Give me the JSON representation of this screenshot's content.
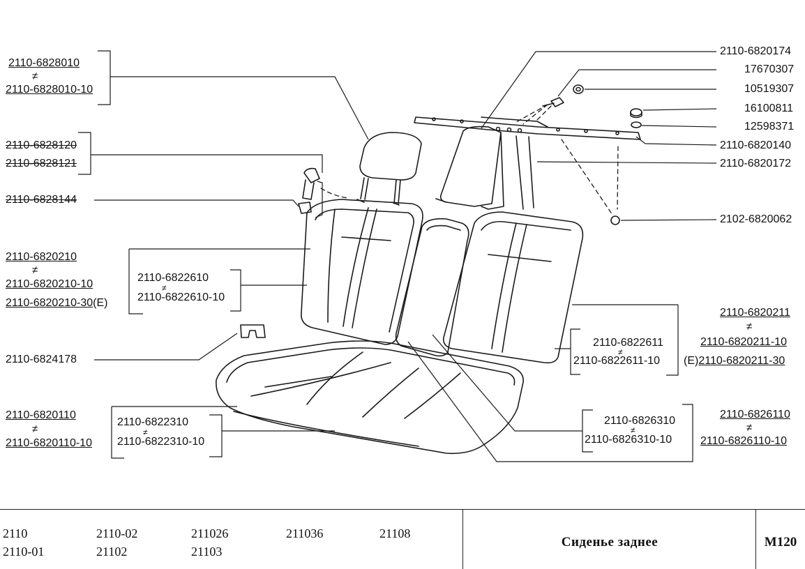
{
  "callouts_left": {
    "headrest_1": "2110-6828010",
    "headrest_2": "2110-6828010-10",
    "guide_1": "2110-6828120",
    "guide_2": "2110-6828121",
    "guide_3": "2110-6828144",
    "back_left_1": "2110-6820210",
    "back_left_2": "2110-6820210-10",
    "back_left_3": "2110-6820210-30",
    "back_left_3_suffix": "(E)",
    "back_left_cover_1": "2110-6822610",
    "back_left_cover_2": "2110-6822610-10",
    "bracket": "2110-6824178",
    "cushion_1": "2110-6820110",
    "cushion_2": "2110-6820110-10",
    "cushion_cover_1": "2110-6822310",
    "cushion_cover_2": "2110-6822310-10"
  },
  "callouts_right": {
    "r1": "2110-6820174",
    "r2": "17670307",
    "r3": "10519307",
    "r4": "16100811",
    "r5": "12598371",
    "r6": "2110-6820140",
    "r7": "2110-6820172",
    "r8": "2102-6820062",
    "back_right_1": "2110-6820211",
    "back_right_2": "2110-6820211-10",
    "back_right_3_prefix": "(E)",
    "back_right_3": "2110-6820211-30",
    "back_right_cover_1": "2110-6822611",
    "back_right_cover_2": "2110-6822611-10",
    "armrest_cover_1": "2110-6826310",
    "armrest_cover_2": "2110-6826310-10",
    "armrest_1": "2110-6826110",
    "armrest_2": "2110-6826110-10"
  },
  "neq": "≠",
  "footer": {
    "models": [
      "2110",
      "2110-02",
      "211026",
      "211036",
      "21108",
      "2110-01",
      "21102",
      "21103"
    ],
    "title": "Сиденье заднее",
    "code": "M120"
  }
}
